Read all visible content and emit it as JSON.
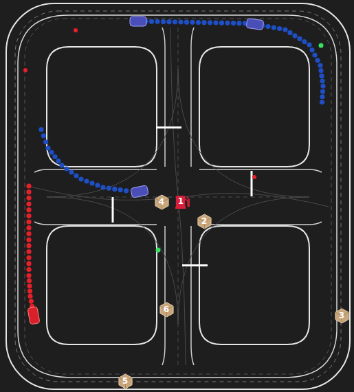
{
  "diagram": {
    "nodes": [
      {
        "text": [
          "4"
        ]
      },
      {
        "text": [
          "1"
        ]
      },
      {
        "text": [
          "2"
        ]
      },
      {
        "text": [
          "6"
        ]
      },
      {
        "text": [
          "3"
        ]
      },
      {
        "text": [
          "5"
        ]
      }
    ]
  }
}
